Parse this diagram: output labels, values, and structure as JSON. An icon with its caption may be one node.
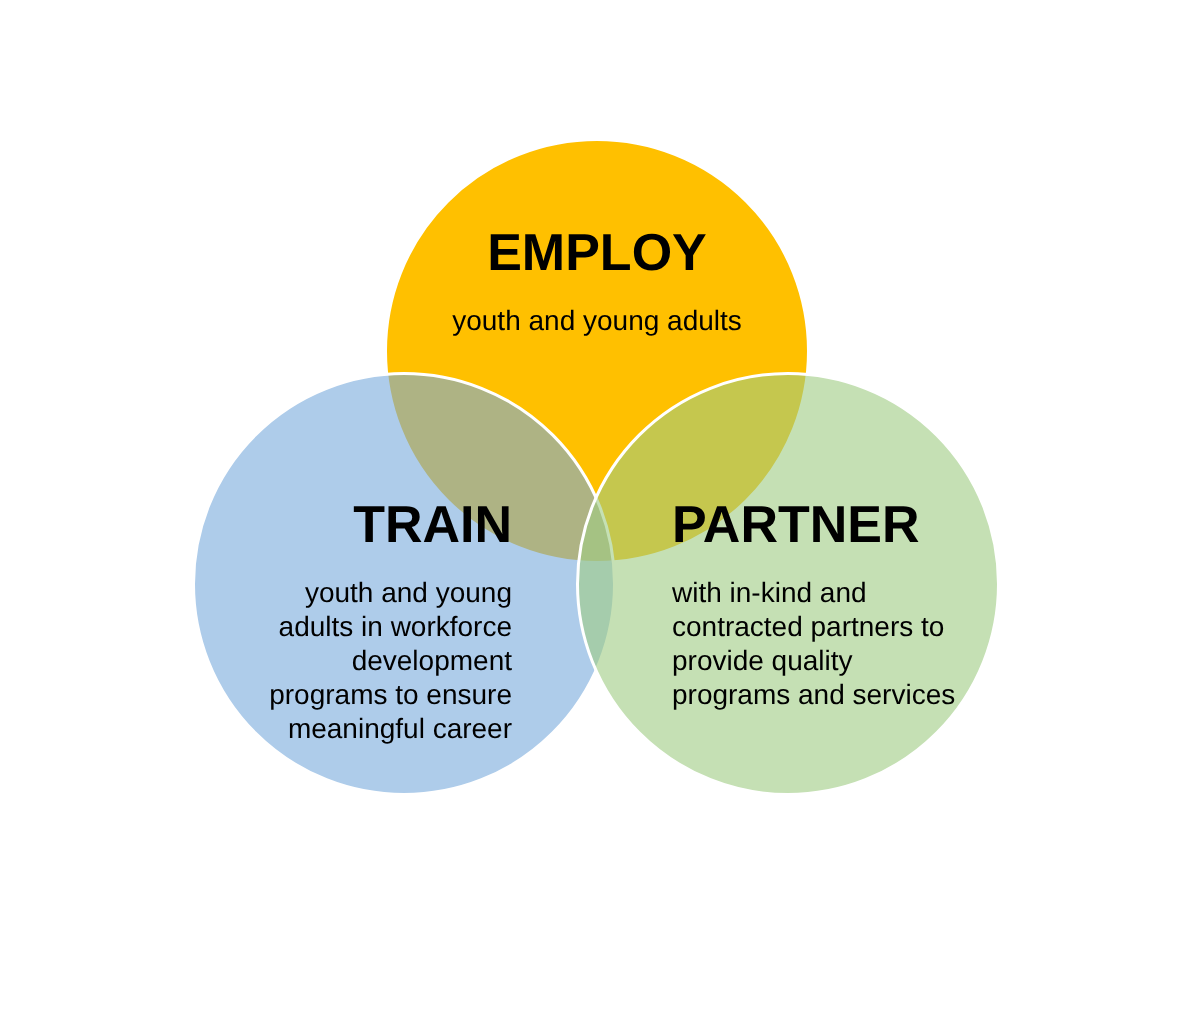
{
  "diagram": {
    "nodes": [
      {
        "text": [
          "EMPLOY",
          "youth and young adults"
        ]
      },
      {
        "text": [
          "TRAIN",
          "youth and young adults in workforce development programs to ensure meaningful career"
        ]
      },
      {
        "text": [
          "PARTNER",
          "with in-kind and contracted partners to provide quality programs and services"
        ]
      }
    ]
  }
}
